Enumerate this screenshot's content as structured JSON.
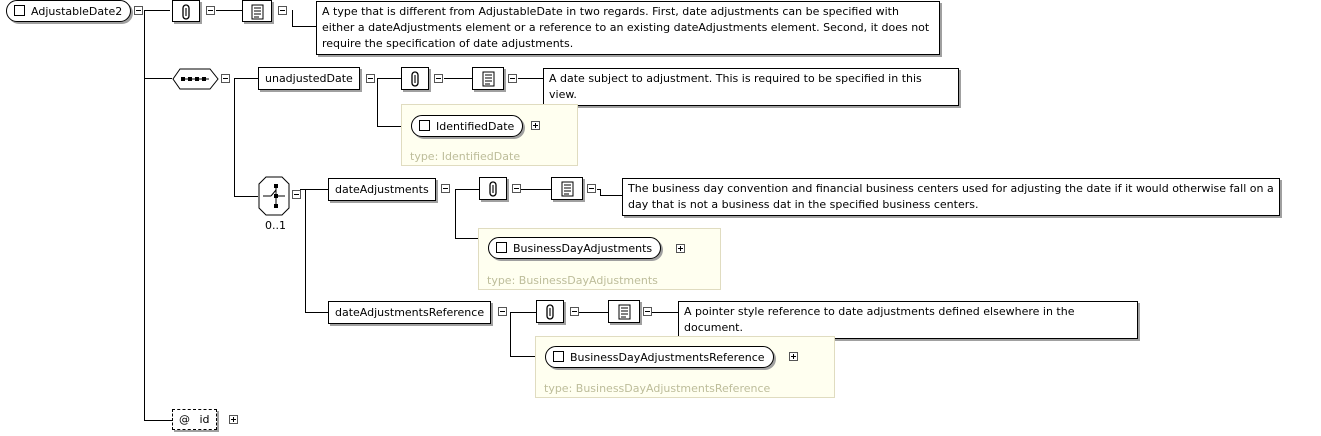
{
  "root": {
    "label": "AdjustableDate2"
  },
  "root_doc": "A type that is different from AdjustableDate in two regards. First, date adjustments can be specified with either a dateAdjustments element or a reference to an existing dateAdjustments element. Second, it does not require the specification of date adjustments.",
  "unadjusted": {
    "label": "unadjustedDate",
    "doc": "A date subject to adjustment. This is required to be specified in this view.",
    "type_name": "IdentifiedDate",
    "type_label": "type: IdentifiedDate"
  },
  "choice": {
    "cardinality": "0..1"
  },
  "date_adjustments": {
    "label": "dateAdjustments",
    "doc": "The business day convention and financial business centers used for adjusting the date if it would otherwise fall on a day that is not a business dat in the specified business centers.",
    "type_name": "BusinessDayAdjustments",
    "type_label": "type: BusinessDayAdjustments"
  },
  "date_adjustments_ref": {
    "label": "dateAdjustmentsReference",
    "doc": "A pointer style reference to date adjustments defined elsewhere in the document.",
    "type_name": "BusinessDayAdjustmentsReference",
    "type_label": "type: BusinessDayAdjustmentsReference"
  },
  "attribute": {
    "at": "@",
    "label": "id"
  }
}
